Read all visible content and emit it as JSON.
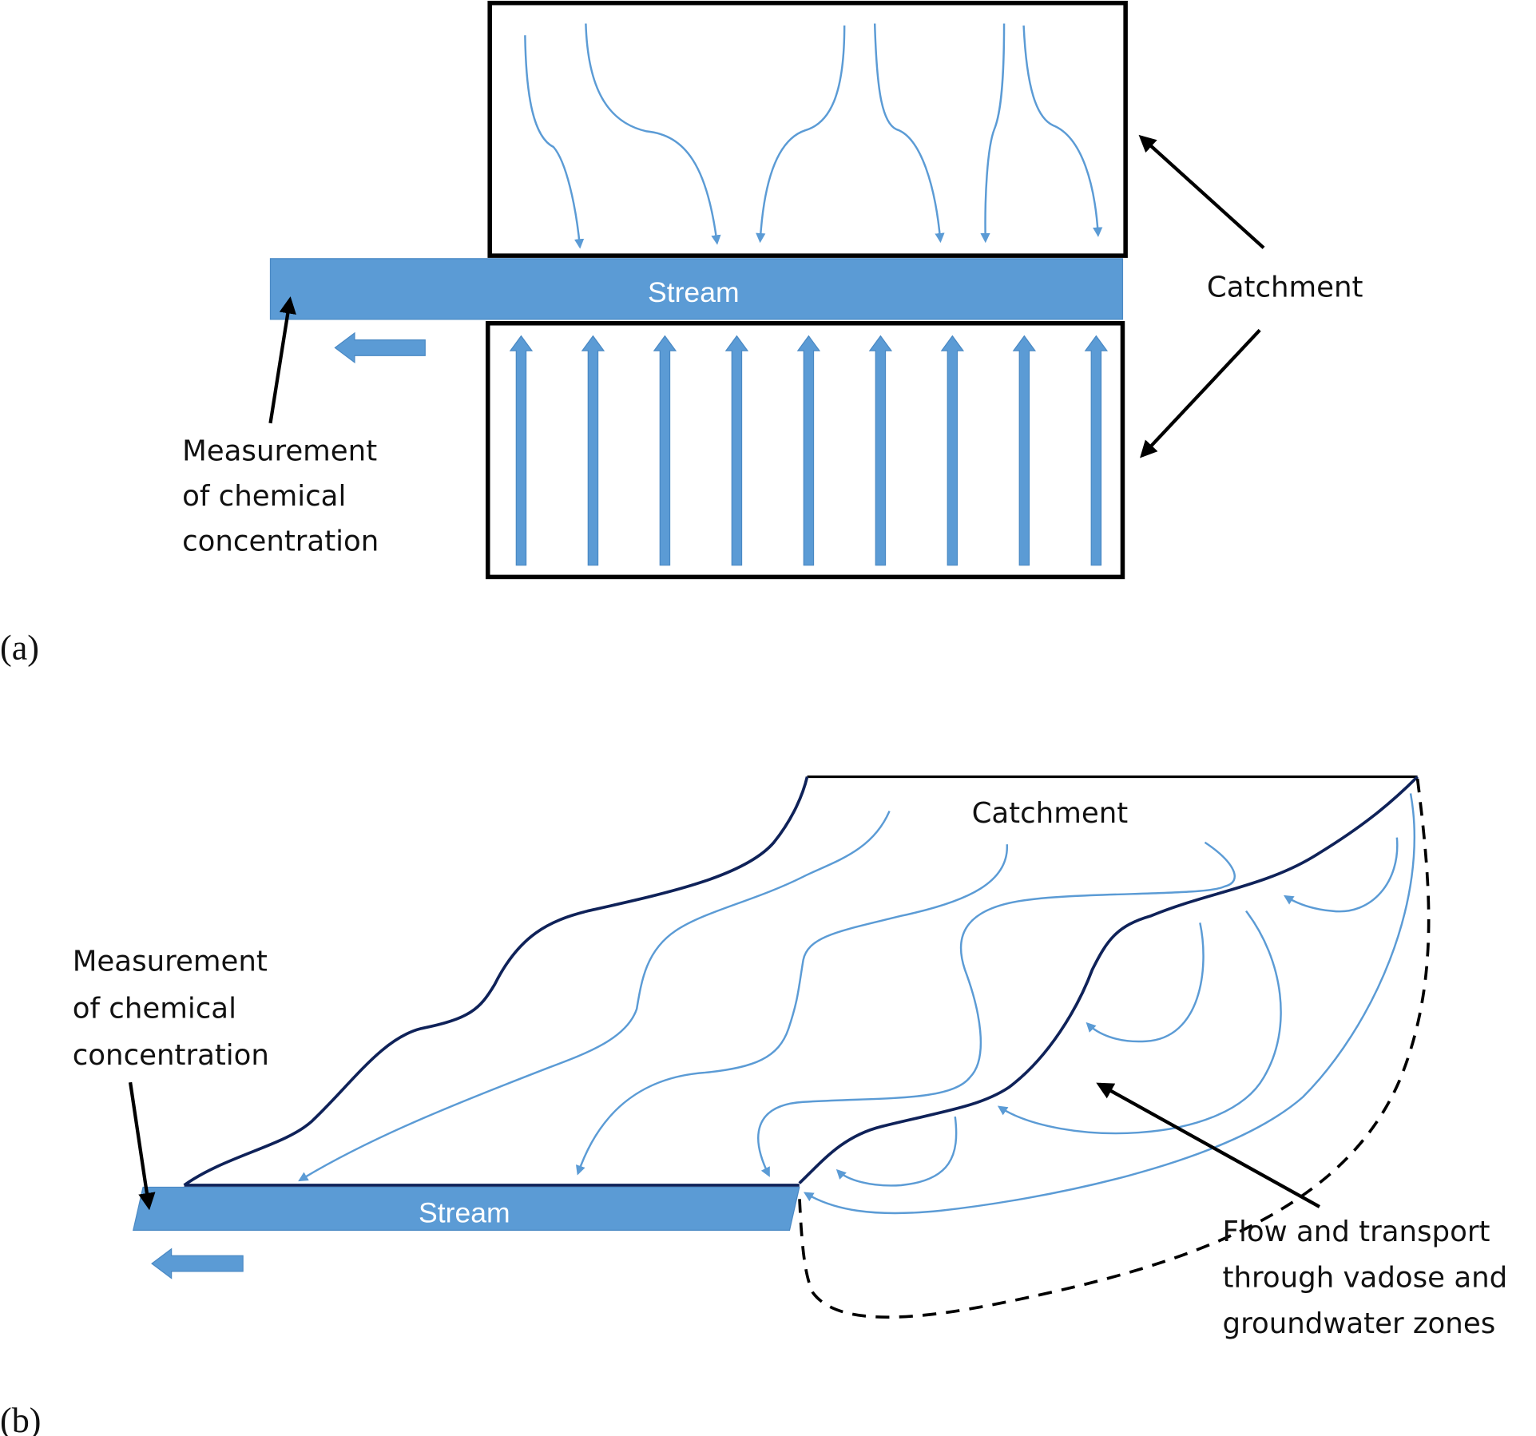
{
  "figure": {
    "panels": [
      {
        "id": "a",
        "label": "(a)",
        "stream_label": "Stream",
        "catchment_label": "Catchment",
        "measurement_label_lines": [
          "Measurement",
          "of chemical",
          "concentration"
        ],
        "upper_box_flow_arrow_count": 6,
        "lower_box_flow_arrow_count": 9
      },
      {
        "id": "b",
        "label": "(b)",
        "stream_label": "Stream",
        "catchment_label": "Catchment",
        "measurement_label_lines": [
          "Measurement",
          "of chemical",
          "concentration"
        ],
        "subsurface_label_lines": [
          "Flow and transport",
          "through vadose and",
          "groundwater zones"
        ]
      }
    ],
    "colors": {
      "stream_fill": "#5b9bd5",
      "flow_line": "#5b9bd5",
      "ridge_line": "#0f2259",
      "annotation": "#000000"
    }
  }
}
